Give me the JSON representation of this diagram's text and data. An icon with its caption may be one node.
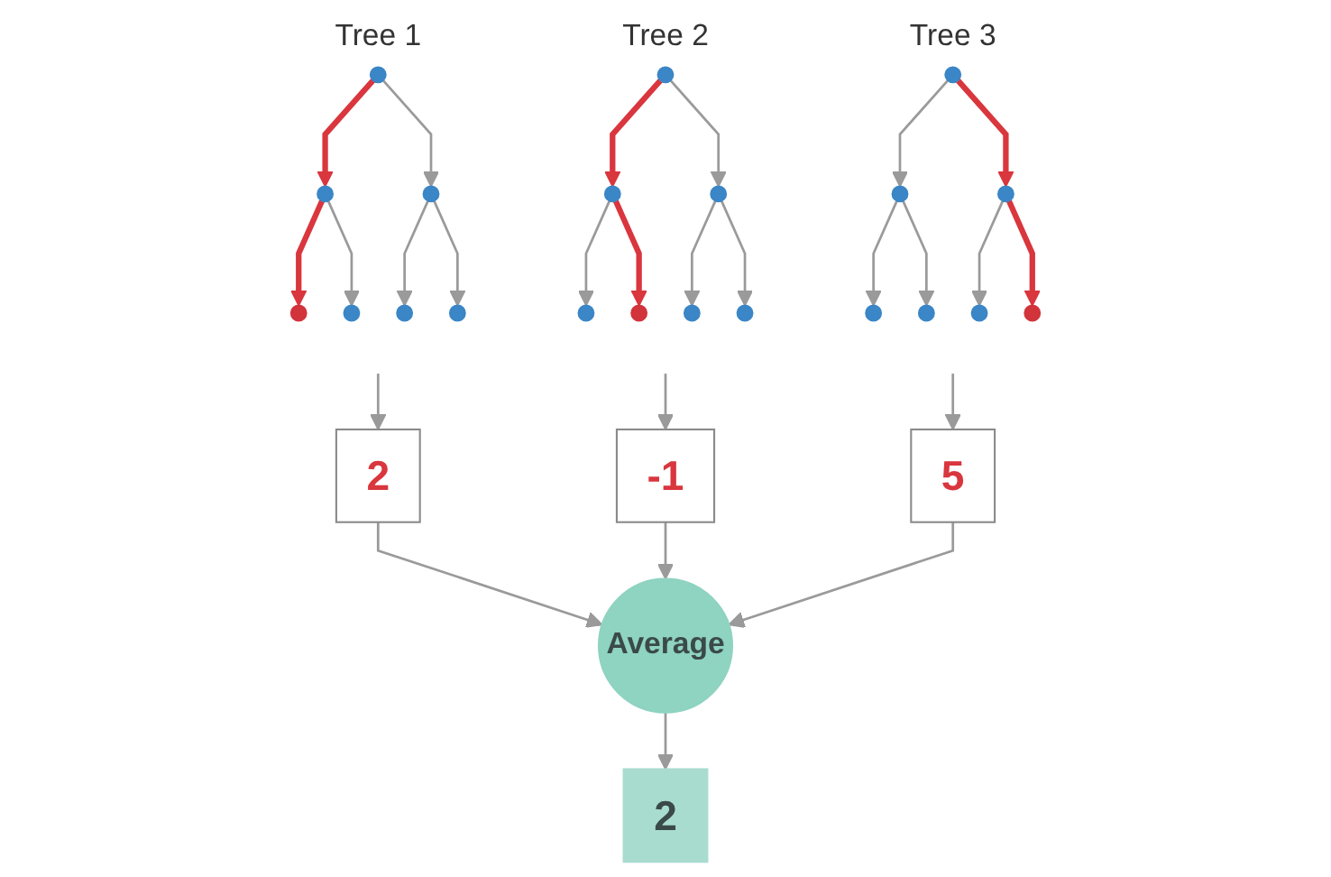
{
  "diagram": {
    "nodes": [
      {
        "text": [
          "Tree 1"
        ]
      },
      {
        "text": [],
        "shape": "circle",
        "in": 0
      },
      {
        "text": [],
        "shape": "circle",
        "in": 0
      },
      {
        "text": [],
        "shape": "circle",
        "in": 0
      },
      {
        "text": [],
        "shape": "circle",
        "in": 0
      },
      {
        "text": [],
        "shape": "circle",
        "in": 0
      },
      {
        "text": [],
        "shape": "circle",
        "in": 0
      },
      {
        "text": [],
        "shape": "circle",
        "in": 0
      },
      {
        "text": [
          "Tree 2"
        ]
      },
      {
        "text": [],
        "shape": "circle",
        "in": 8
      },
      {
        "text": [],
        "shape": "circle",
        "in": 8
      },
      {
        "text": [],
        "shape": "circle",
        "in": 8
      },
      {
        "text": [],
        "shape": "circle",
        "in": 8
      },
      {
        "text": [],
        "shape": "circle",
        "in": 8
      },
      {
        "text": [],
        "shape": "circle",
        "in": 8
      },
      {
        "text": [],
        "shape": "circle",
        "in": 8
      },
      {
        "text": [
          "Tree 3"
        ]
      },
      {
        "text": [],
        "shape": "circle",
        "in": 16
      },
      {
        "text": [],
        "shape": "circle",
        "in": 16
      },
      {
        "text": [],
        "shape": "circle",
        "in": 16
      },
      {
        "text": [],
        "shape": "circle",
        "in": 16
      },
      {
        "text": [],
        "shape": "circle",
        "in": 16
      },
      {
        "text": [],
        "shape": "circle",
        "in": 16
      },
      {
        "text": [],
        "shape": "circle",
        "in": 16
      },
      {
        "text": [
          "2"
        ]
      },
      {
        "text": [
          "-1"
        ]
      },
      {
        "text": [
          "5"
        ]
      },
      {
        "text": [
          "Average"
        ]
      },
      {
        "text": [
          "2"
        ]
      }
    ],
    "edges": [
      {
        "from": 1,
        "to": 2,
        "arrow": "to",
        "style": "thick",
        "color": "#d9363e"
      },
      {
        "from": 1,
        "to": 3,
        "arrow": "to"
      },
      {
        "from": 2,
        "to": 4,
        "arrow": "to",
        "style": "thick",
        "color": "#d9363e"
      },
      {
        "from": 2,
        "to": 5,
        "arrow": "to"
      },
      {
        "from": 3,
        "to": 6,
        "arrow": "to"
      },
      {
        "from": 3,
        "to": 7,
        "arrow": "to"
      },
      {
        "from": 9,
        "to": 10,
        "arrow": "to",
        "style": "thick",
        "color": "#d9363e"
      },
      {
        "from": 9,
        "to": 11,
        "arrow": "to"
      },
      {
        "from": 10,
        "to": 12,
        "arrow": "to"
      },
      {
        "from": 10,
        "to": 13,
        "arrow": "to",
        "style": "thick",
        "color": "#d9363e"
      },
      {
        "from": 11,
        "to": 14,
        "arrow": "to"
      },
      {
        "from": 11,
        "to": 15,
        "arrow": "to"
      },
      {
        "from": 17,
        "to": 18,
        "arrow": "to"
      },
      {
        "from": 17,
        "to": 19,
        "arrow": "to",
        "style": "thick",
        "color": "#d9363e"
      },
      {
        "from": 18,
        "to": 20,
        "arrow": "to"
      },
      {
        "from": 18,
        "to": 21,
        "arrow": "to"
      },
      {
        "from": 19,
        "to": 22,
        "arrow": "to"
      },
      {
        "from": 19,
        "to": 23,
        "arrow": "to",
        "style": "thick",
        "color": "#d9363e"
      },
      {
        "from": 0,
        "to": 24,
        "arrow": "to"
      },
      {
        "from": 8,
        "to": 25,
        "arrow": "to"
      },
      {
        "from": 16,
        "to": 26,
        "arrow": "to"
      },
      {
        "from": 24,
        "to": 27,
        "arrow": "to"
      },
      {
        "from": 25,
        "to": 27,
        "arrow": "to"
      },
      {
        "from": 26,
        "to": 27,
        "arrow": "to"
      },
      {
        "from": 27,
        "to": 28,
        "arrow": "to"
      }
    ]
  }
}
